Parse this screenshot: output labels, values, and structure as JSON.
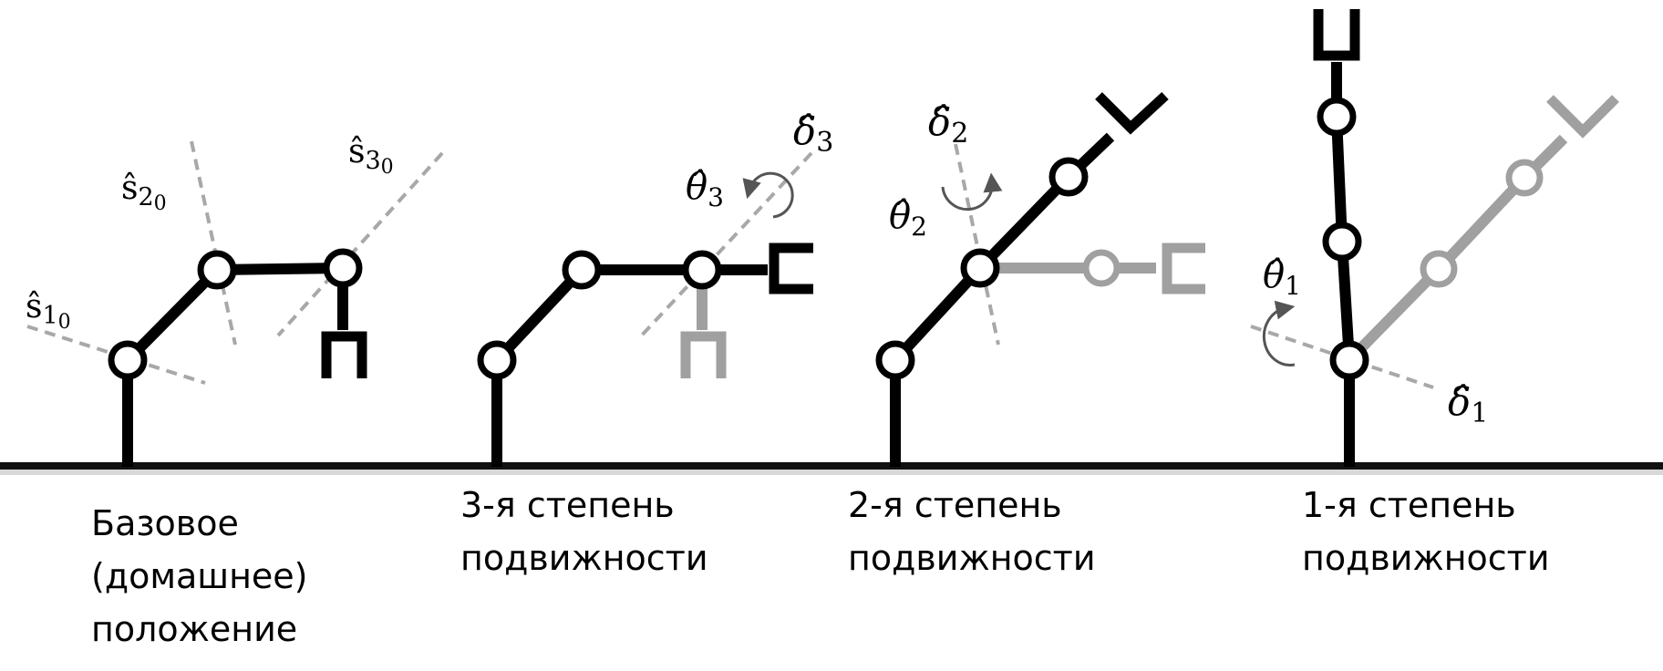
{
  "captions": {
    "home": [
      "Базовое",
      "(домашнее)",
      "положение"
    ],
    "dof3": [
      "3-я степень",
      "подвижности"
    ],
    "dof2": [
      "2-я степень",
      "подвижности"
    ],
    "dof1": [
      "1-я степень",
      "подвижности"
    ]
  },
  "symbols": {
    "s1": "ŝ",
    "s1_sub": "1",
    "s1_subsub": "0",
    "s2": "ŝ",
    "s2_sub": "2",
    "s2_subsub": "0",
    "s3": "ŝ",
    "s3_sub": "3",
    "s3_subsub": "0",
    "delta3": "δ̂",
    "delta3_sub": "3",
    "theta3": "θ̂",
    "theta3_sub": "3",
    "delta2": "δ̂",
    "delta2_sub": "2",
    "theta2": "θ̂",
    "theta2_sub": "2",
    "theta1": "θ̂",
    "theta1_sub": "1",
    "delta1": "δ̂",
    "delta1_sub": "1"
  },
  "colors": {
    "arm": "#000000",
    "ghost": "#a0a0a0",
    "axis": "#a8a8a8",
    "joint_fill": "#ffffff"
  }
}
